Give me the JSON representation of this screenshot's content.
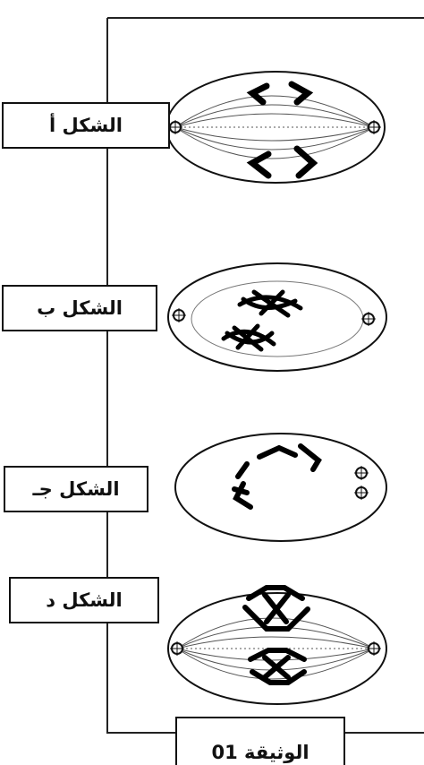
{
  "figures": [
    {
      "label": "الشكل أ"
    },
    {
      "label": "الشكل ب"
    },
    {
      "label": "الشكل جـ"
    },
    {
      "label": "الشكل د"
    }
  ],
  "document": {
    "title": "الوثيقة 01"
  }
}
